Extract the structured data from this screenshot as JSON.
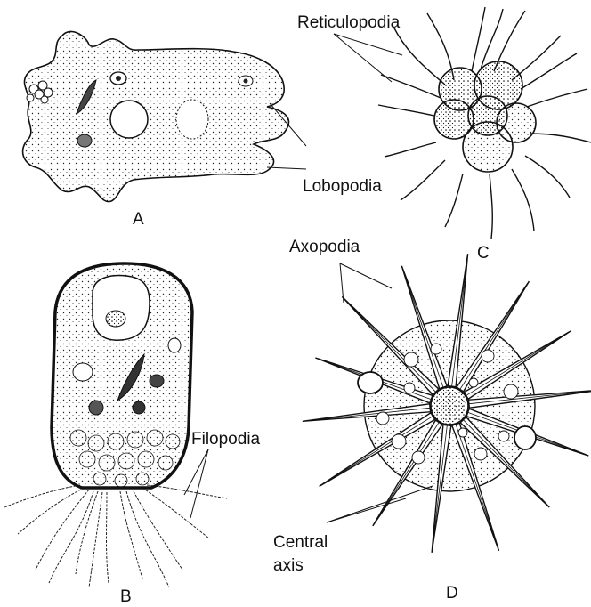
{
  "labels": {
    "reticulopodia": "Reticulopodia",
    "lobopodia": "Lobopodia",
    "axopodia": "Axopodia",
    "filopodia": "Filopodia",
    "central_axis_line1": "Central",
    "central_axis_line2": "axis"
  },
  "panels": {
    "a": "A",
    "b": "B",
    "c": "C",
    "d": "D"
  }
}
